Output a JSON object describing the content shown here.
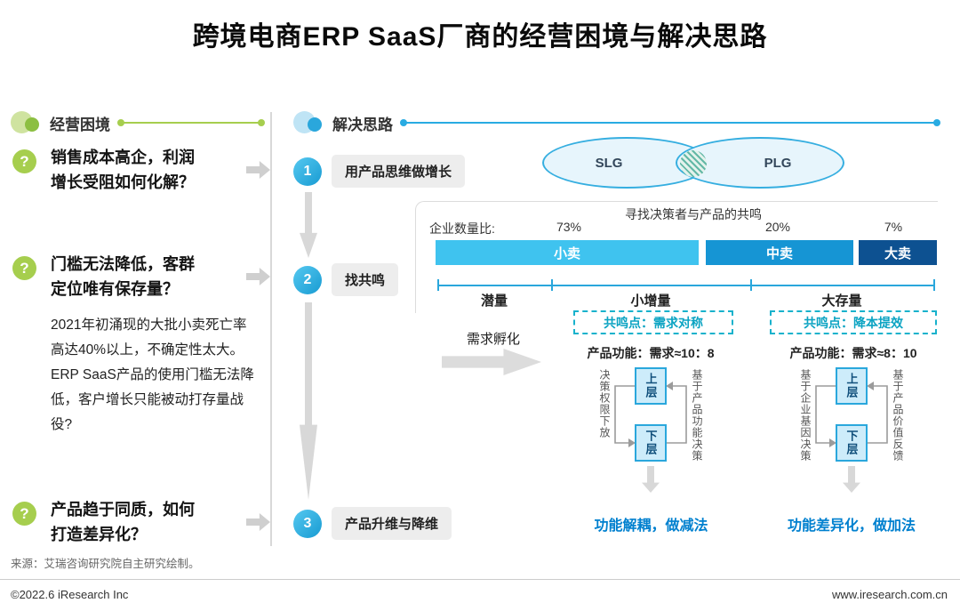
{
  "title": "跨境电商ERP SaaS厂商的经营困境与解决思路",
  "icons": {
    "question_mark": "?"
  },
  "colors": {
    "green": "#a6ce4e",
    "blue": "#29abe2",
    "cyan_dashed": "#18b2cc",
    "conclusion_blue": "#0080cf"
  },
  "left_panel": {
    "header": "经营困境",
    "questions": [
      "销售成本高企，利润增长受阻如何化解？",
      "门槛无法降低，客群定位唯有保存量？",
      "产品趋于同质，如何打造差异化？"
    ],
    "notes": [
      "2021年初涌现的大批小卖死亡率高达40%以上，不确定性太大。",
      "ERP  SaaS产品的使用门槛无法降低，客户增长只能被动打存量战役?"
    ]
  },
  "right_panel": {
    "header": "解决思路",
    "steps": [
      {
        "num": "1",
        "label": "用产品思维做增长"
      },
      {
        "num": "2",
        "label": "找共鸣"
      },
      {
        "num": "3",
        "label": "产品升维与降维"
      }
    ],
    "venn": {
      "left": "SLG",
      "right": "PLG",
      "caption": "寻找决策者与产品的共鸣"
    },
    "market_chart": {
      "label": "企业数量比:",
      "bars": [
        {
          "name": "小卖",
          "percent": "73%",
          "color": "#3fc3ef"
        },
        {
          "name": "中卖",
          "percent": "20%",
          "color": "#1695d4"
        },
        {
          "name": "大卖",
          "percent": "7%",
          "color": "#0d5191"
        }
      ],
      "segments": [
        "潜量",
        "小增量",
        "大存量"
      ]
    },
    "incubation_label": "需求孵化",
    "branches": [
      {
        "resonance": "共鸣点：需求对称",
        "ratio": "产品功能：需求≈10：8",
        "upper": "上层",
        "lower": "下层",
        "left_note": "决策权限下放",
        "right_note": "基于产品功能决策",
        "conclusion": "功能解耦，做减法"
      },
      {
        "resonance": "共鸣点：降本提效",
        "ratio": "产品功能：需求≈8：10",
        "upper": "上层",
        "lower": "下层",
        "left_note": "基于企业基因决策",
        "right_note": "基于产品价值反馈",
        "conclusion": "功能差异化，做加法"
      }
    ]
  },
  "footer": {
    "source": "来源：艾瑞咨询研究院自主研究绘制。",
    "copyright": "©2022.6 iResearch Inc",
    "website": "www.iresearch.com.cn"
  }
}
